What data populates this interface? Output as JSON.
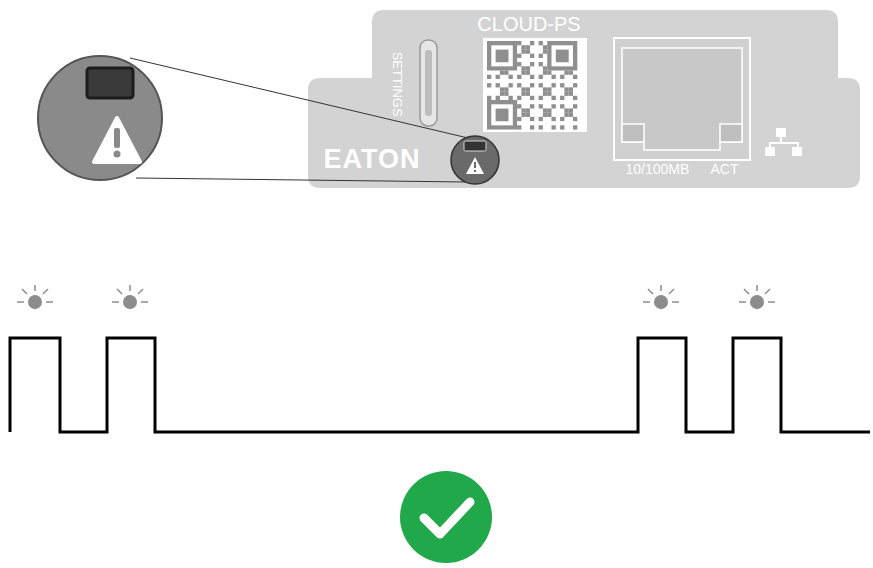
{
  "diagram": {
    "nodes": [
      {
        "text": [
          "CLOUD-PS",
          "SETTINGS",
          "EATON",
          "10/100MB ACT"
        ]
      }
    ]
  }
}
